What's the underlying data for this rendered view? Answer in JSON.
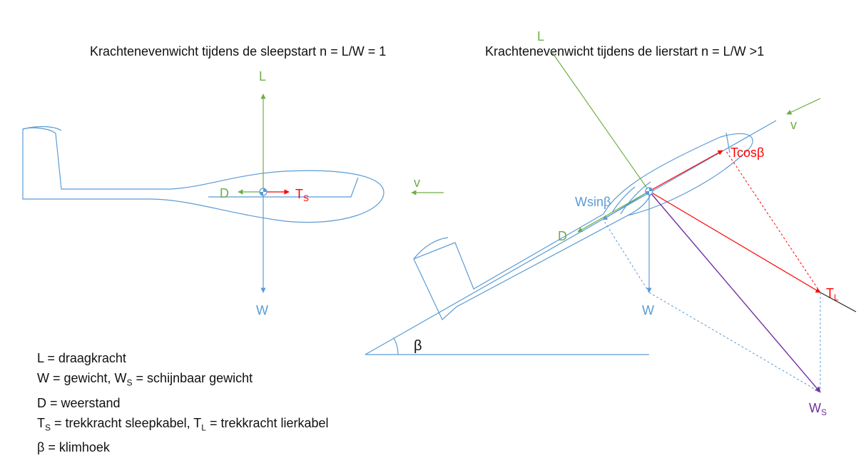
{
  "titles": {
    "tow": "Krachtenevenwicht tijdens de sleepstart n = L/W = 1",
    "winch": "Krachtenevenwicht tijdens de lierstart n = L/W >1"
  },
  "labels": {
    "L_left": "L",
    "W_left": "W",
    "D_left": "D",
    "T_main": "T",
    "S_sub": "S",
    "v_left": "v",
    "L_right": "L",
    "v_right": "v",
    "Tcos": "Tcosβ",
    "Wsin": "Wsinβ",
    "D_right": "D",
    "W_right": "W",
    "TL_main": "T",
    "L_sub": "L",
    "WS_main": "W",
    "WS_sub": "S",
    "beta": "β"
  },
  "legend": {
    "l1": "L = draagkracht",
    "l2a": "W = gewicht, W",
    "l2sub": "S",
    "l2b": " = schijnbaar gewicht",
    "l3": "D = weerstand",
    "l4a": "T",
    "l4sub1": "S",
    "l4b": " = trekkracht sleepkabel, T",
    "l4sub2": "L",
    "l4c": " = trekkracht lierkabel",
    "l5": "β = klimhoek"
  },
  "colors": {
    "glider": "#5b9bd5",
    "lift": "#70ad47",
    "weight": "#5b9bd5",
    "tension": "#ff0000",
    "apparent_weight": "#7030a0",
    "text": "#111111"
  }
}
